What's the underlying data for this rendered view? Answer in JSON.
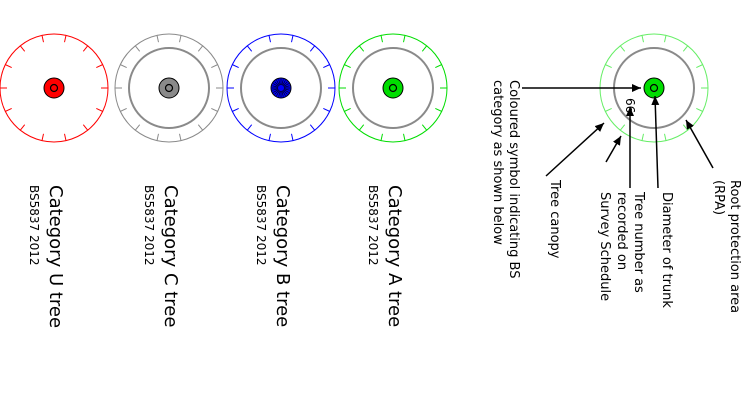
{
  "colors": {
    "category_u": "#ff0000",
    "category_c": "#8a8a8a",
    "category_b": "#0000ff",
    "category_a": "#00dd00",
    "rpa_circle": "#8a8a8a",
    "canopy_key": "#66ee66",
    "text": "#000000"
  },
  "key": {
    "tree_number": "66",
    "labels": {
      "rpa_line1": "Root protection area",
      "rpa_line2": "(RPA)",
      "trunk": "Diameter of trunk",
      "treenum_line1": "Tree number as",
      "treenum_line2": "recorded on",
      "treenum_line3": "Survey Schedule",
      "canopy": "Tree canopy",
      "symbol_line1": "Coloured symbol indicating BS",
      "symbol_line2": "category as shown below"
    }
  },
  "categories": [
    {
      "name": "Category A tree",
      "standard": "BS5837 2012",
      "color_key": "category_a"
    },
    {
      "name": "Category B tree",
      "standard": "BS5837 2012",
      "color_key": "category_b"
    },
    {
      "name": "Category C tree",
      "standard": "BS5837 2012",
      "color_key": "category_c"
    },
    {
      "name": "Category U tree",
      "standard": "BS5837 2012",
      "color_key": "category_u"
    }
  ]
}
